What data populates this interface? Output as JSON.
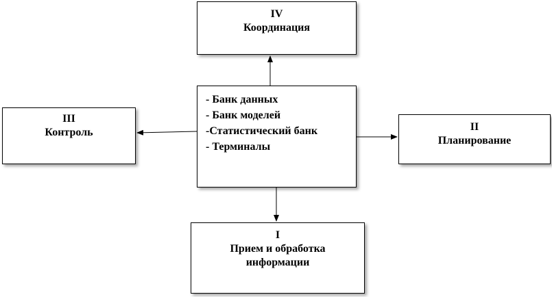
{
  "diagram": {
    "center": {
      "items": [
        "- Банк данных",
        "- Банк моделей",
        "-Статистический банк",
        "- Терминалы"
      ]
    },
    "coordination": {
      "numeral": "IV",
      "label": "Координация"
    },
    "control": {
      "numeral": "III",
      "label": "Контроль"
    },
    "planning": {
      "numeral": "II",
      "label": "Планирование"
    },
    "processing": {
      "numeral": "I",
      "label_line1": "Прием и обработка",
      "label_line2": "информации"
    }
  }
}
